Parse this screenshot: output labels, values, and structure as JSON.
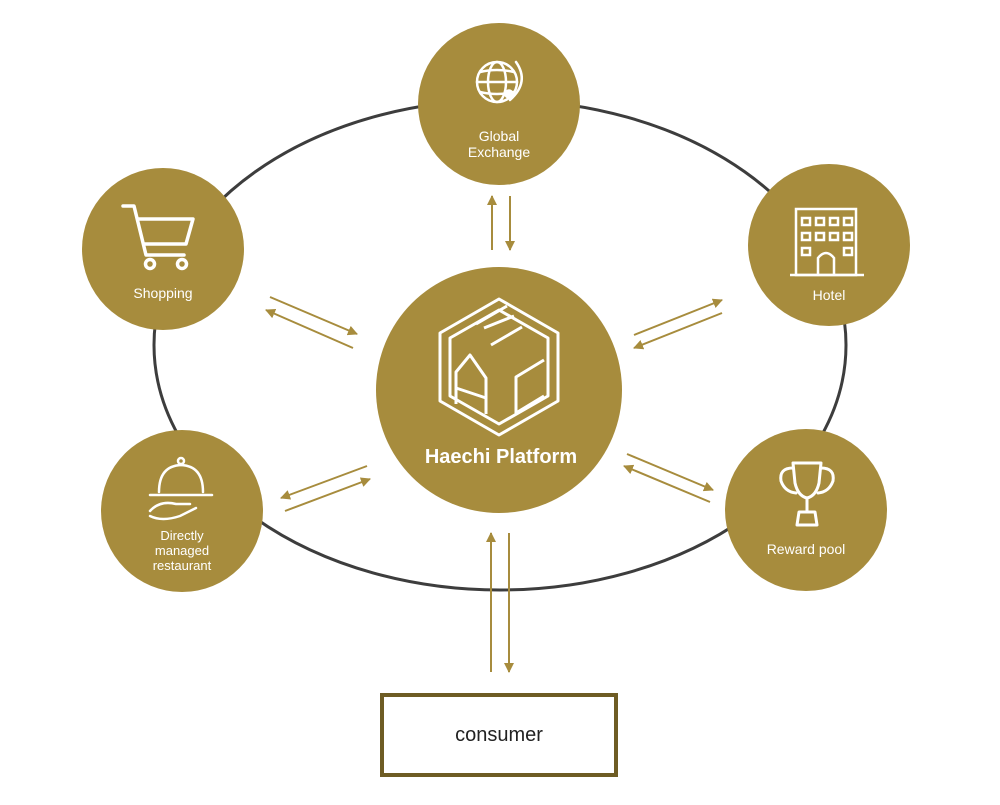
{
  "colors": {
    "node_fill": "#a78c3d",
    "arrow": "#a78c3d",
    "ring": "#3d3d3d",
    "icon_stroke": "#ffffff",
    "consumer_border": "#6e5c24"
  },
  "center": {
    "label": "Haechi Platform",
    "icon": "haechi-hac-cube-logo"
  },
  "nodes": {
    "global_exchange": {
      "lines": [
        "Global",
        "Exchange"
      ],
      "icon": "globe-icon"
    },
    "shopping": {
      "lines": [
        "Shopping"
      ],
      "icon": "shopping-cart-icon"
    },
    "hotel": {
      "lines": [
        "Hotel"
      ],
      "icon": "hotel-building-icon"
    },
    "restaurant": {
      "lines": [
        "Directly",
        "managed",
        "restaurant"
      ],
      "icon": "serving-cloche-icon"
    },
    "reward_pool": {
      "lines": [
        "Reward pool"
      ],
      "icon": "trophy-icon"
    }
  },
  "consumer": {
    "label": "consumer"
  }
}
